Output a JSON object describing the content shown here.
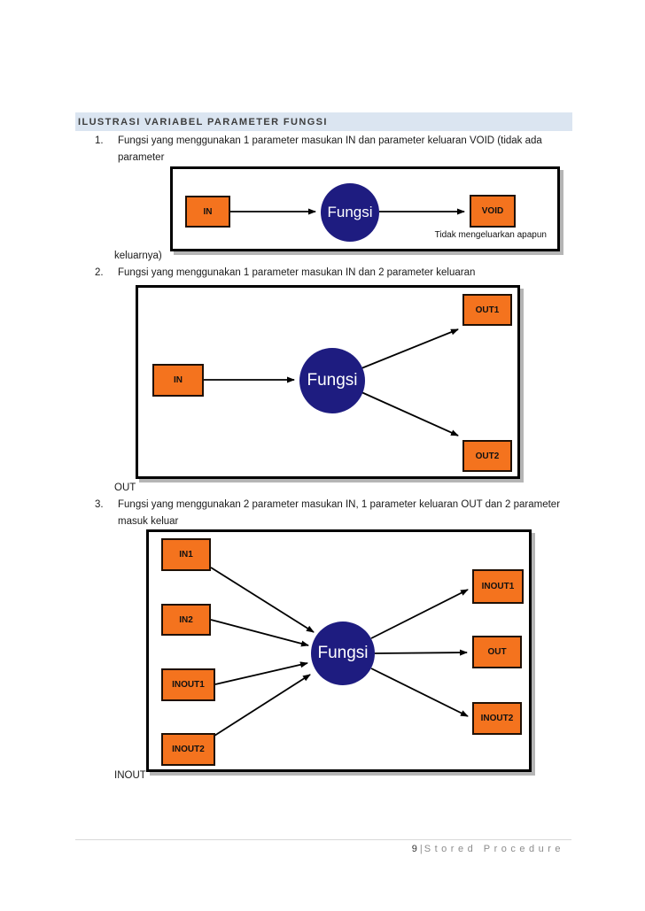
{
  "document": {
    "heading": "ILUSTRASI VARIABEL PARAMETER FUNGSI",
    "items": [
      {
        "number": "1.",
        "text": "Fungsi yang menggunakan 1 parameter masukan IN dan parameter keluaran VOID (tidak ada parameter",
        "continuation": "keluarnya)"
      },
      {
        "number": "2.",
        "text": "Fungsi yang menggunakan 1 parameter masukan IN dan 2 parameter keluaran",
        "continuation": "OUT"
      },
      {
        "number": "3.",
        "text": "Fungsi yang menggunakan 2 parameter masukan IN, 1 parameter keluaran OUT dan 2 parameter masuk keluar",
        "continuation": "INOUT"
      }
    ],
    "footer": {
      "page_number": "9",
      "separator": "|",
      "section_title": "Stored Procedure"
    }
  },
  "diagrams": [
    {
      "center_label": "Fungsi",
      "left_nodes": [
        "IN"
      ],
      "right_nodes": [
        "VOID"
      ],
      "note": "Tidak mengeluarkan apapun"
    },
    {
      "center_label": "Fungsi",
      "left_nodes": [
        "IN"
      ],
      "right_nodes": [
        "OUT1",
        "OUT2"
      ]
    },
    {
      "center_label": "Fungsi",
      "left_nodes": [
        "IN1",
        "IN2",
        "INOUT1",
        "INOUT2"
      ],
      "right_nodes": [
        "INOUT1",
        "OUT",
        "INOUT2"
      ]
    }
  ],
  "colors": {
    "node_orange": "#f4731e",
    "circle_navy": "#1e1c80",
    "heading_background": "#dbe5f1"
  }
}
